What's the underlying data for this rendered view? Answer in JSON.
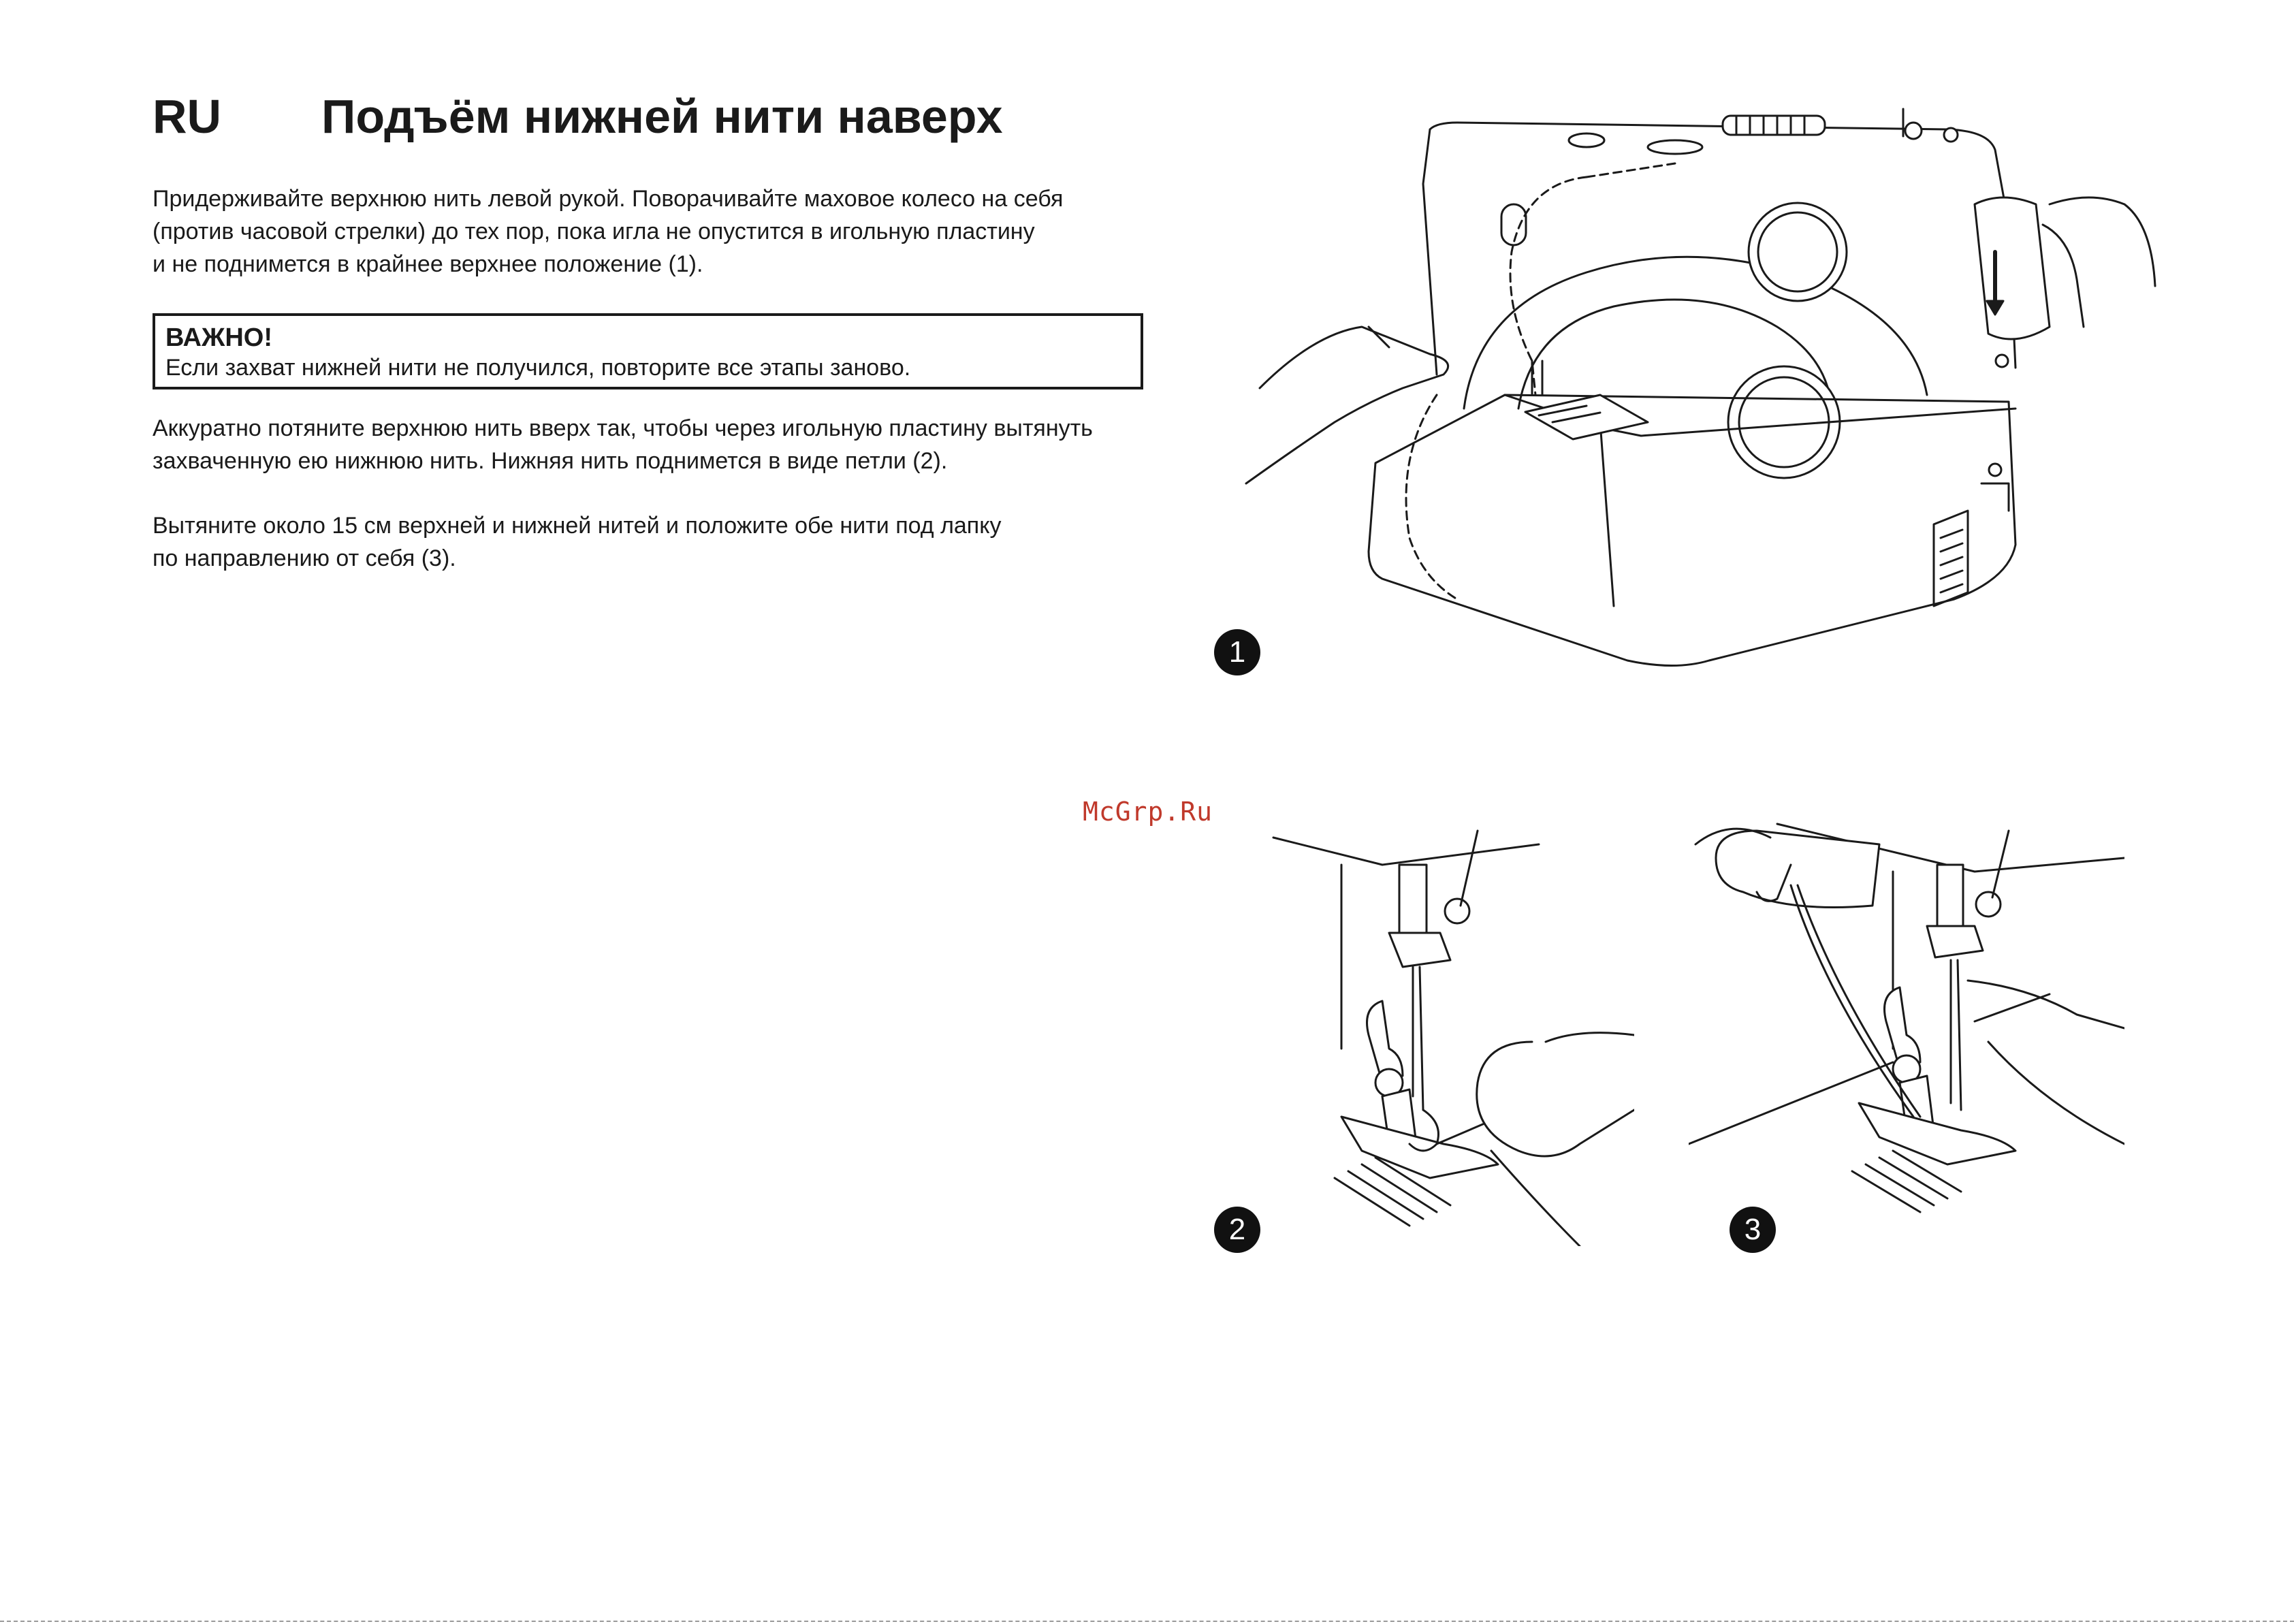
{
  "header": {
    "language_code": "RU",
    "title": "Подъём нижней нити наверх"
  },
  "paragraphs": {
    "p1": [
      "Придерживайте верхнюю нить левой рукой. Поворачивайте маховое колесо на себя",
      "(против часовой стрелки) до тех пор, пока игла не опустится в игольную пластину",
      "и не поднимется в крайнее верхнее положение (1)."
    ],
    "p2": [
      "Аккуратно потяните верхнюю нить вверх так, чтобы через игольную пластину вытянуть",
      "захваченную ею нижнюю нить. Нижняя нить поднимется в виде петли (2)."
    ],
    "p3": [
      "Вытяните около 15 см верхней и нижней нитей и положите обе нити под лапку",
      "по направлению от себя (3)."
    ]
  },
  "notice": {
    "heading": "ВАЖНО!",
    "text": "Если захват нижней нити не получился, повторите все этапы заново."
  },
  "watermark": "McGrp.Ru",
  "figures": {
    "fig1_number": "1",
    "fig2_number": "2",
    "fig3_number": "3"
  }
}
